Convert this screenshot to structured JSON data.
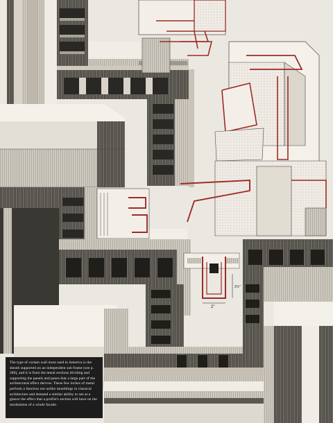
{
  "caption": {
    "text": "The type of curtain wall most used in America is the sheath supported on an independent sub-frame (see p. 280), and it is from the metal sections dividing and supporting the panels and panes that a large part of the architectural effect derives. These few inches of metal perform a function not unlike mouldings in classical architecture and demand a similar ability to see at a glance the effect that a profile's section will have on the modulation of a whole facade."
  },
  "detail_section": {
    "dimension_width": "2\"",
    "dimension_depth": "2½\""
  },
  "colors": {
    "detail_red": "#9c2b26",
    "ink": "#1c1c1c",
    "paper": "#ebe8e1",
    "caption_bg": "#1d1d1d"
  }
}
